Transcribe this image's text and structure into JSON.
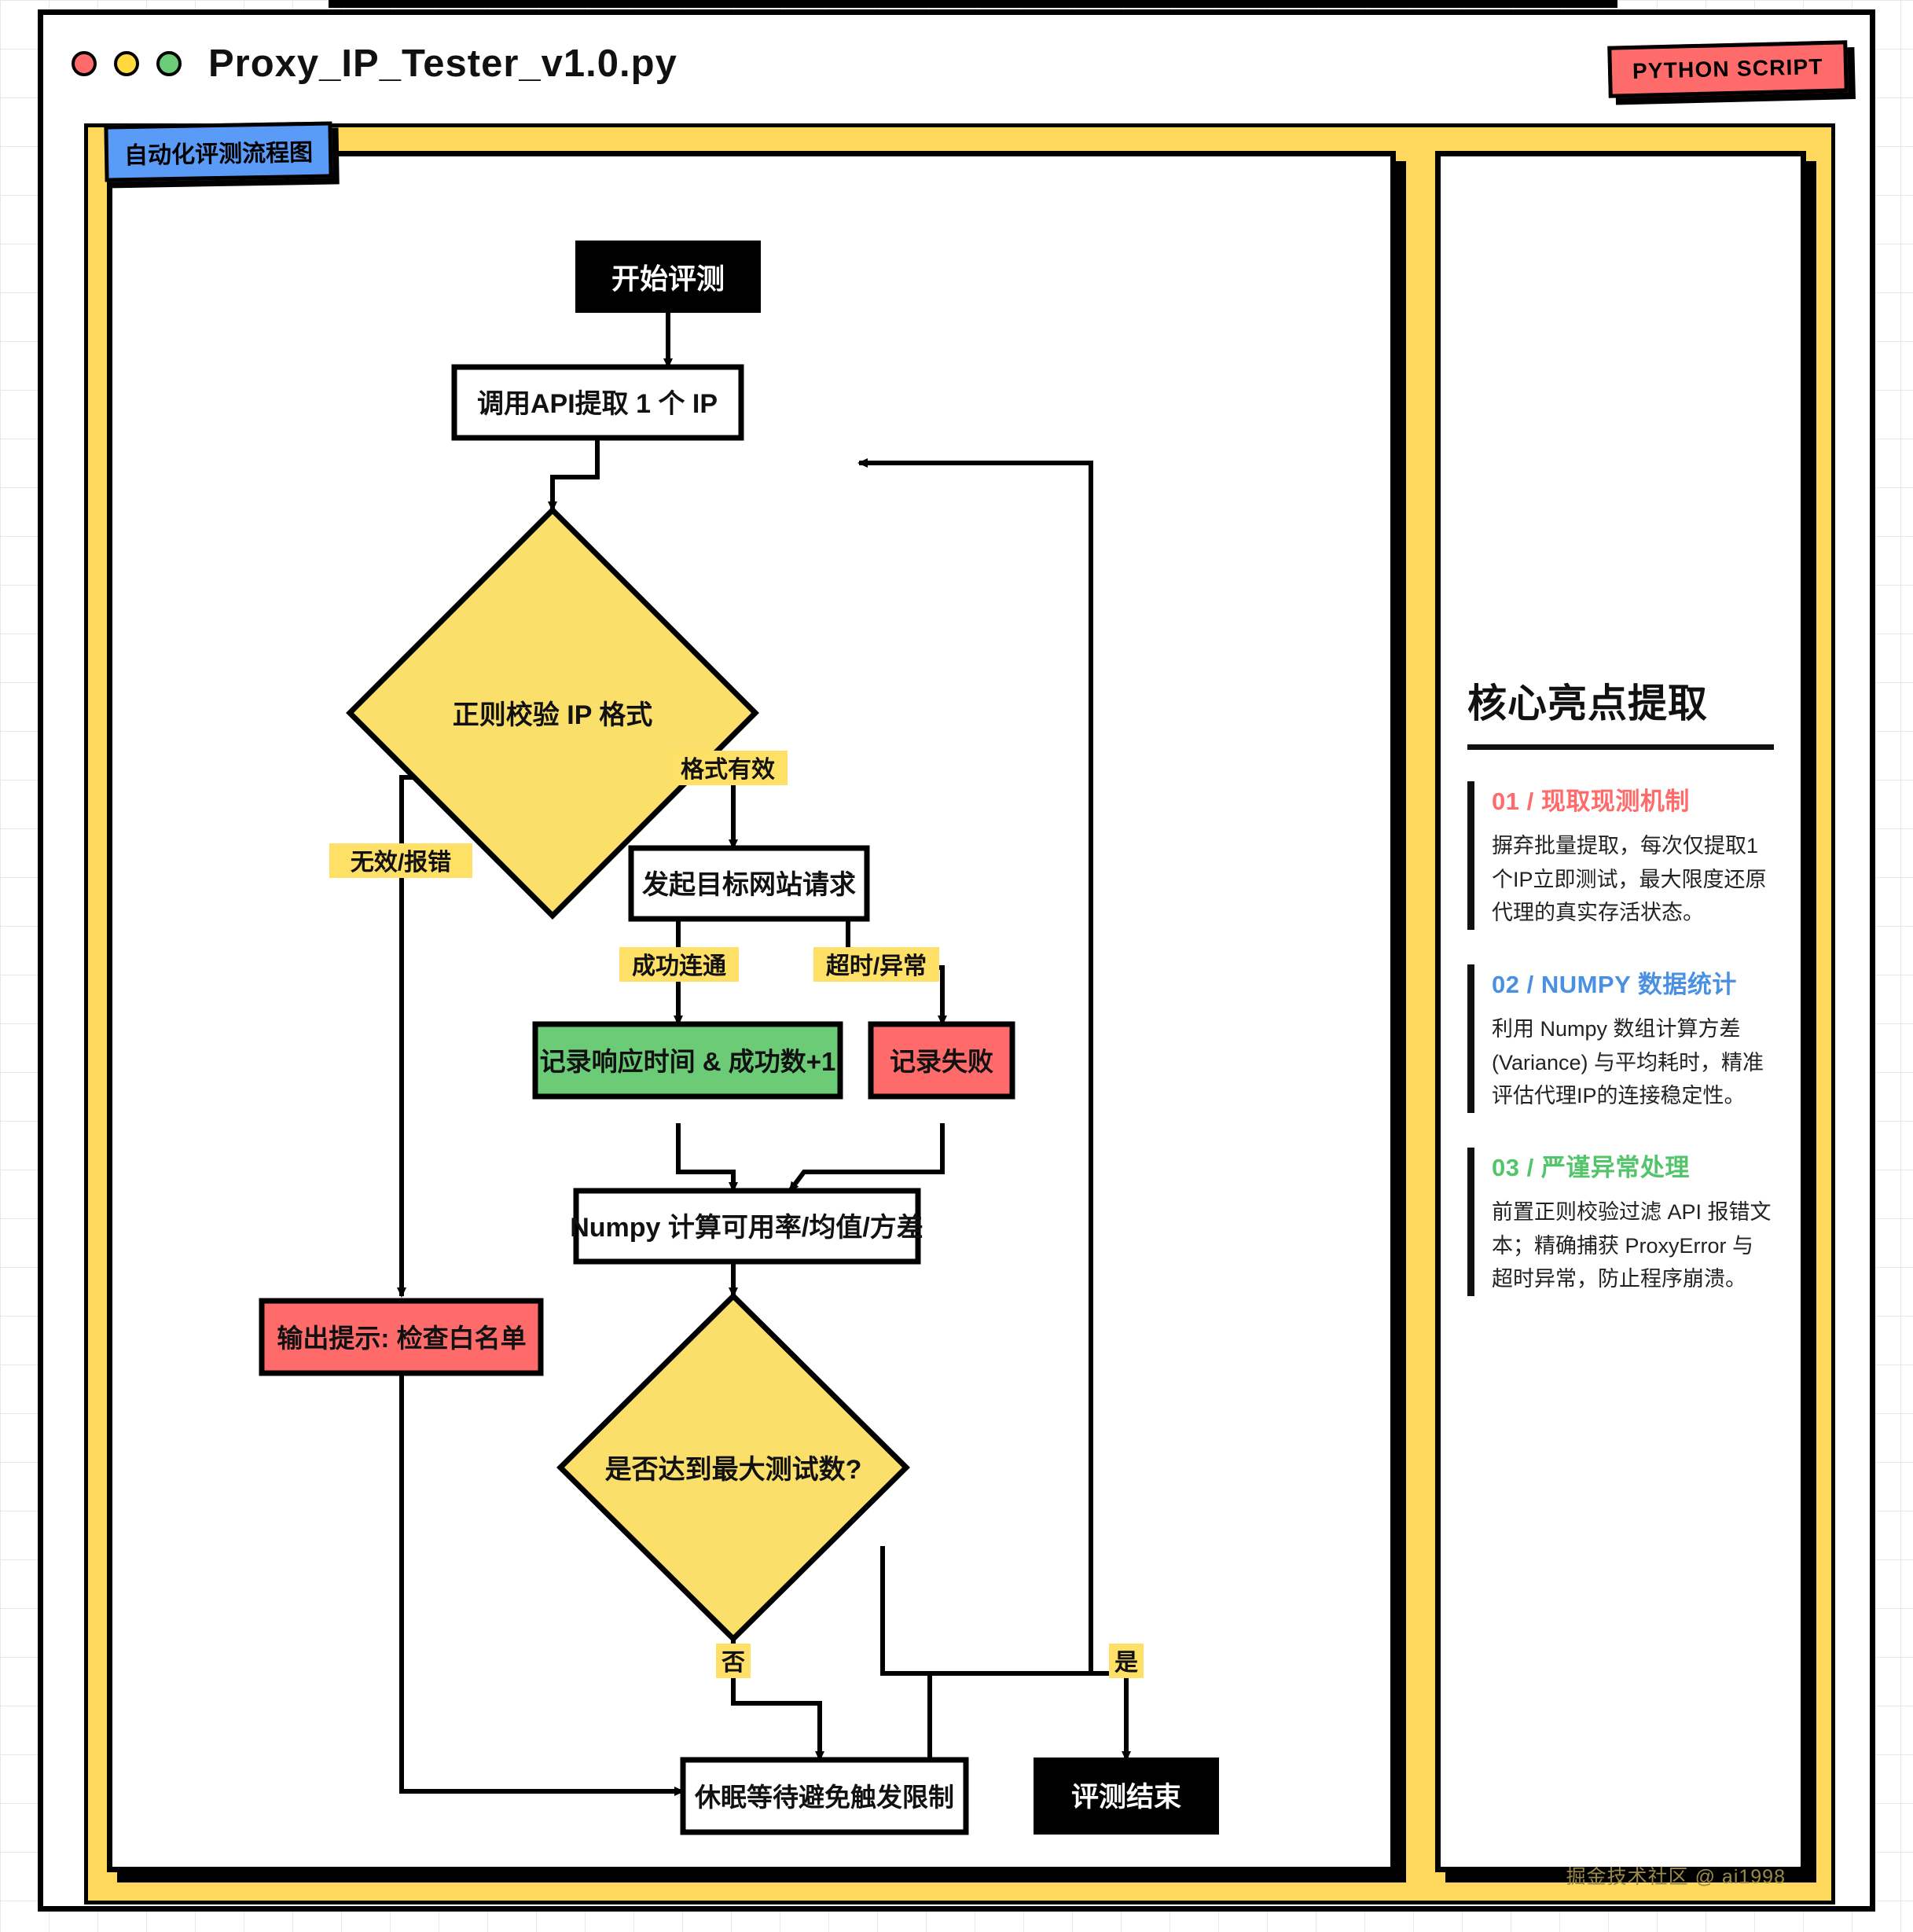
{
  "window": {
    "filename": "Proxy_IP_Tester_v1.0.py",
    "badge": "PYTHON SCRIPT",
    "dots": [
      "close-red",
      "minimize-yellow",
      "maximize-green"
    ]
  },
  "flow": {
    "title": "自动化评测流程图",
    "nodes": {
      "start": "开始评测",
      "fetch": "调用API提取 1 个 IP",
      "validate": "正则校验 IP 格式",
      "request": "发起目标网站请求",
      "success": "记录响应时间 & 成功数+1",
      "fail": "记录失败",
      "numpy": "Numpy 计算可用率/均值/方差",
      "maxtest": "是否达到最大测试数?",
      "whitelist": "输出提示: 检查白名单",
      "sleep": "休眠等待避免触发限制",
      "end": "评测结束"
    },
    "edge_labels": {
      "valid": "格式有效",
      "invalid": "无效/报错",
      "connected": "成功连通",
      "timeout": "超时/异常",
      "no": "否",
      "yes": "是"
    }
  },
  "sidebar": {
    "heading": "核心亮点提取",
    "items": [
      {
        "num": "01 / 现取现测机制",
        "color": "#FF6B6B",
        "body": "摒弃批量提取，每次仅提取1个IP立即测试，最大限度还原代理的真实存活状态。"
      },
      {
        "num": "02 / NUMPY 数据统计",
        "color": "#4A90E2",
        "body": "利用 Numpy 数组计算方差 (Variance) 与平均耗时，精准评估代理IP的连接稳定性。"
      },
      {
        "num": "03 / 严谨异常处理",
        "color": "#52C46A",
        "body": "前置正则校验过滤 API 报错文本；精确捕获 ProxyError 与超时异常，防止程序崩溃。"
      }
    ]
  },
  "footer": {
    "watermark": "掘金技术社区 @ ai1998"
  },
  "colors": {
    "canvas_yellow": "#FDD85D",
    "node_yellow": "#FADF6B",
    "node_green": "#6BCB77",
    "node_red": "#FF6B6B",
    "badge_blue": "#5B9BF8",
    "label_highlight": "#FFE066",
    "black": "#000000"
  }
}
